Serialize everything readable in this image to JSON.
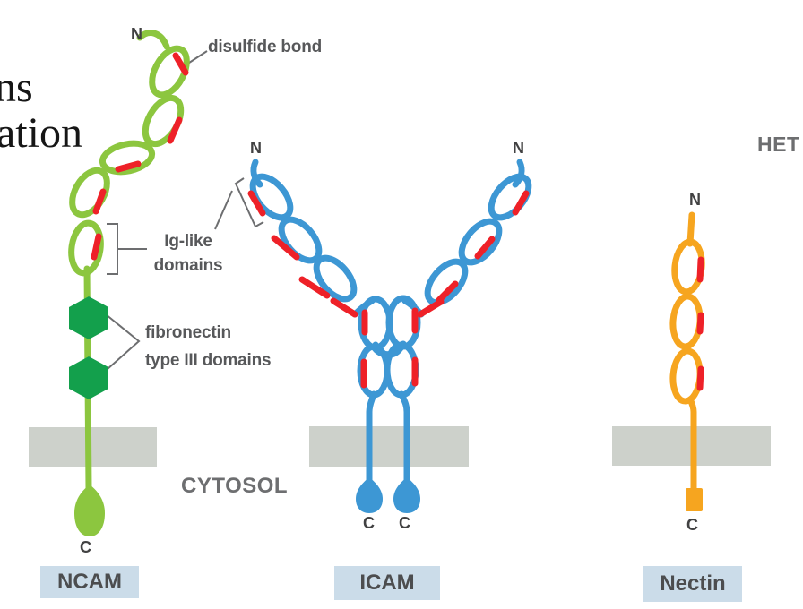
{
  "colors": {
    "ncam_green": "#8cc63f",
    "fn3_green": "#13a04c",
    "icam_blue": "#3d97d4",
    "nectin_orange": "#f6a51f",
    "disulfide_red": "#ee2128",
    "membrane_gray": "#cdd1cb",
    "label_box_blue": "#cbdce9",
    "annotation_gray": "#6d6e70",
    "text_dark": "#4c4d4f",
    "headline_black": "#161616"
  },
  "headline_fragments": {
    "line1": "ns",
    "line2": "ation"
  },
  "corner_text": "HET",
  "annotations": {
    "disulfide_bond": "disulfide bond",
    "ig_like_domains": "Ig-like\ndomains",
    "fibronectin": "fibronectin\ntype III domains",
    "cytosol": "CYTOSOL"
  },
  "molecules": {
    "ncam": {
      "name": "NCAM",
      "n_terminus": "N",
      "c_terminus": "C"
    },
    "icam": {
      "name": "ICAM",
      "n_terminus_left": "N",
      "n_terminus_right": "N",
      "c_terminus_left": "C",
      "c_terminus_right": "C"
    },
    "nectin": {
      "name": "Nectin",
      "n_terminus": "N",
      "c_terminus": "C"
    }
  }
}
